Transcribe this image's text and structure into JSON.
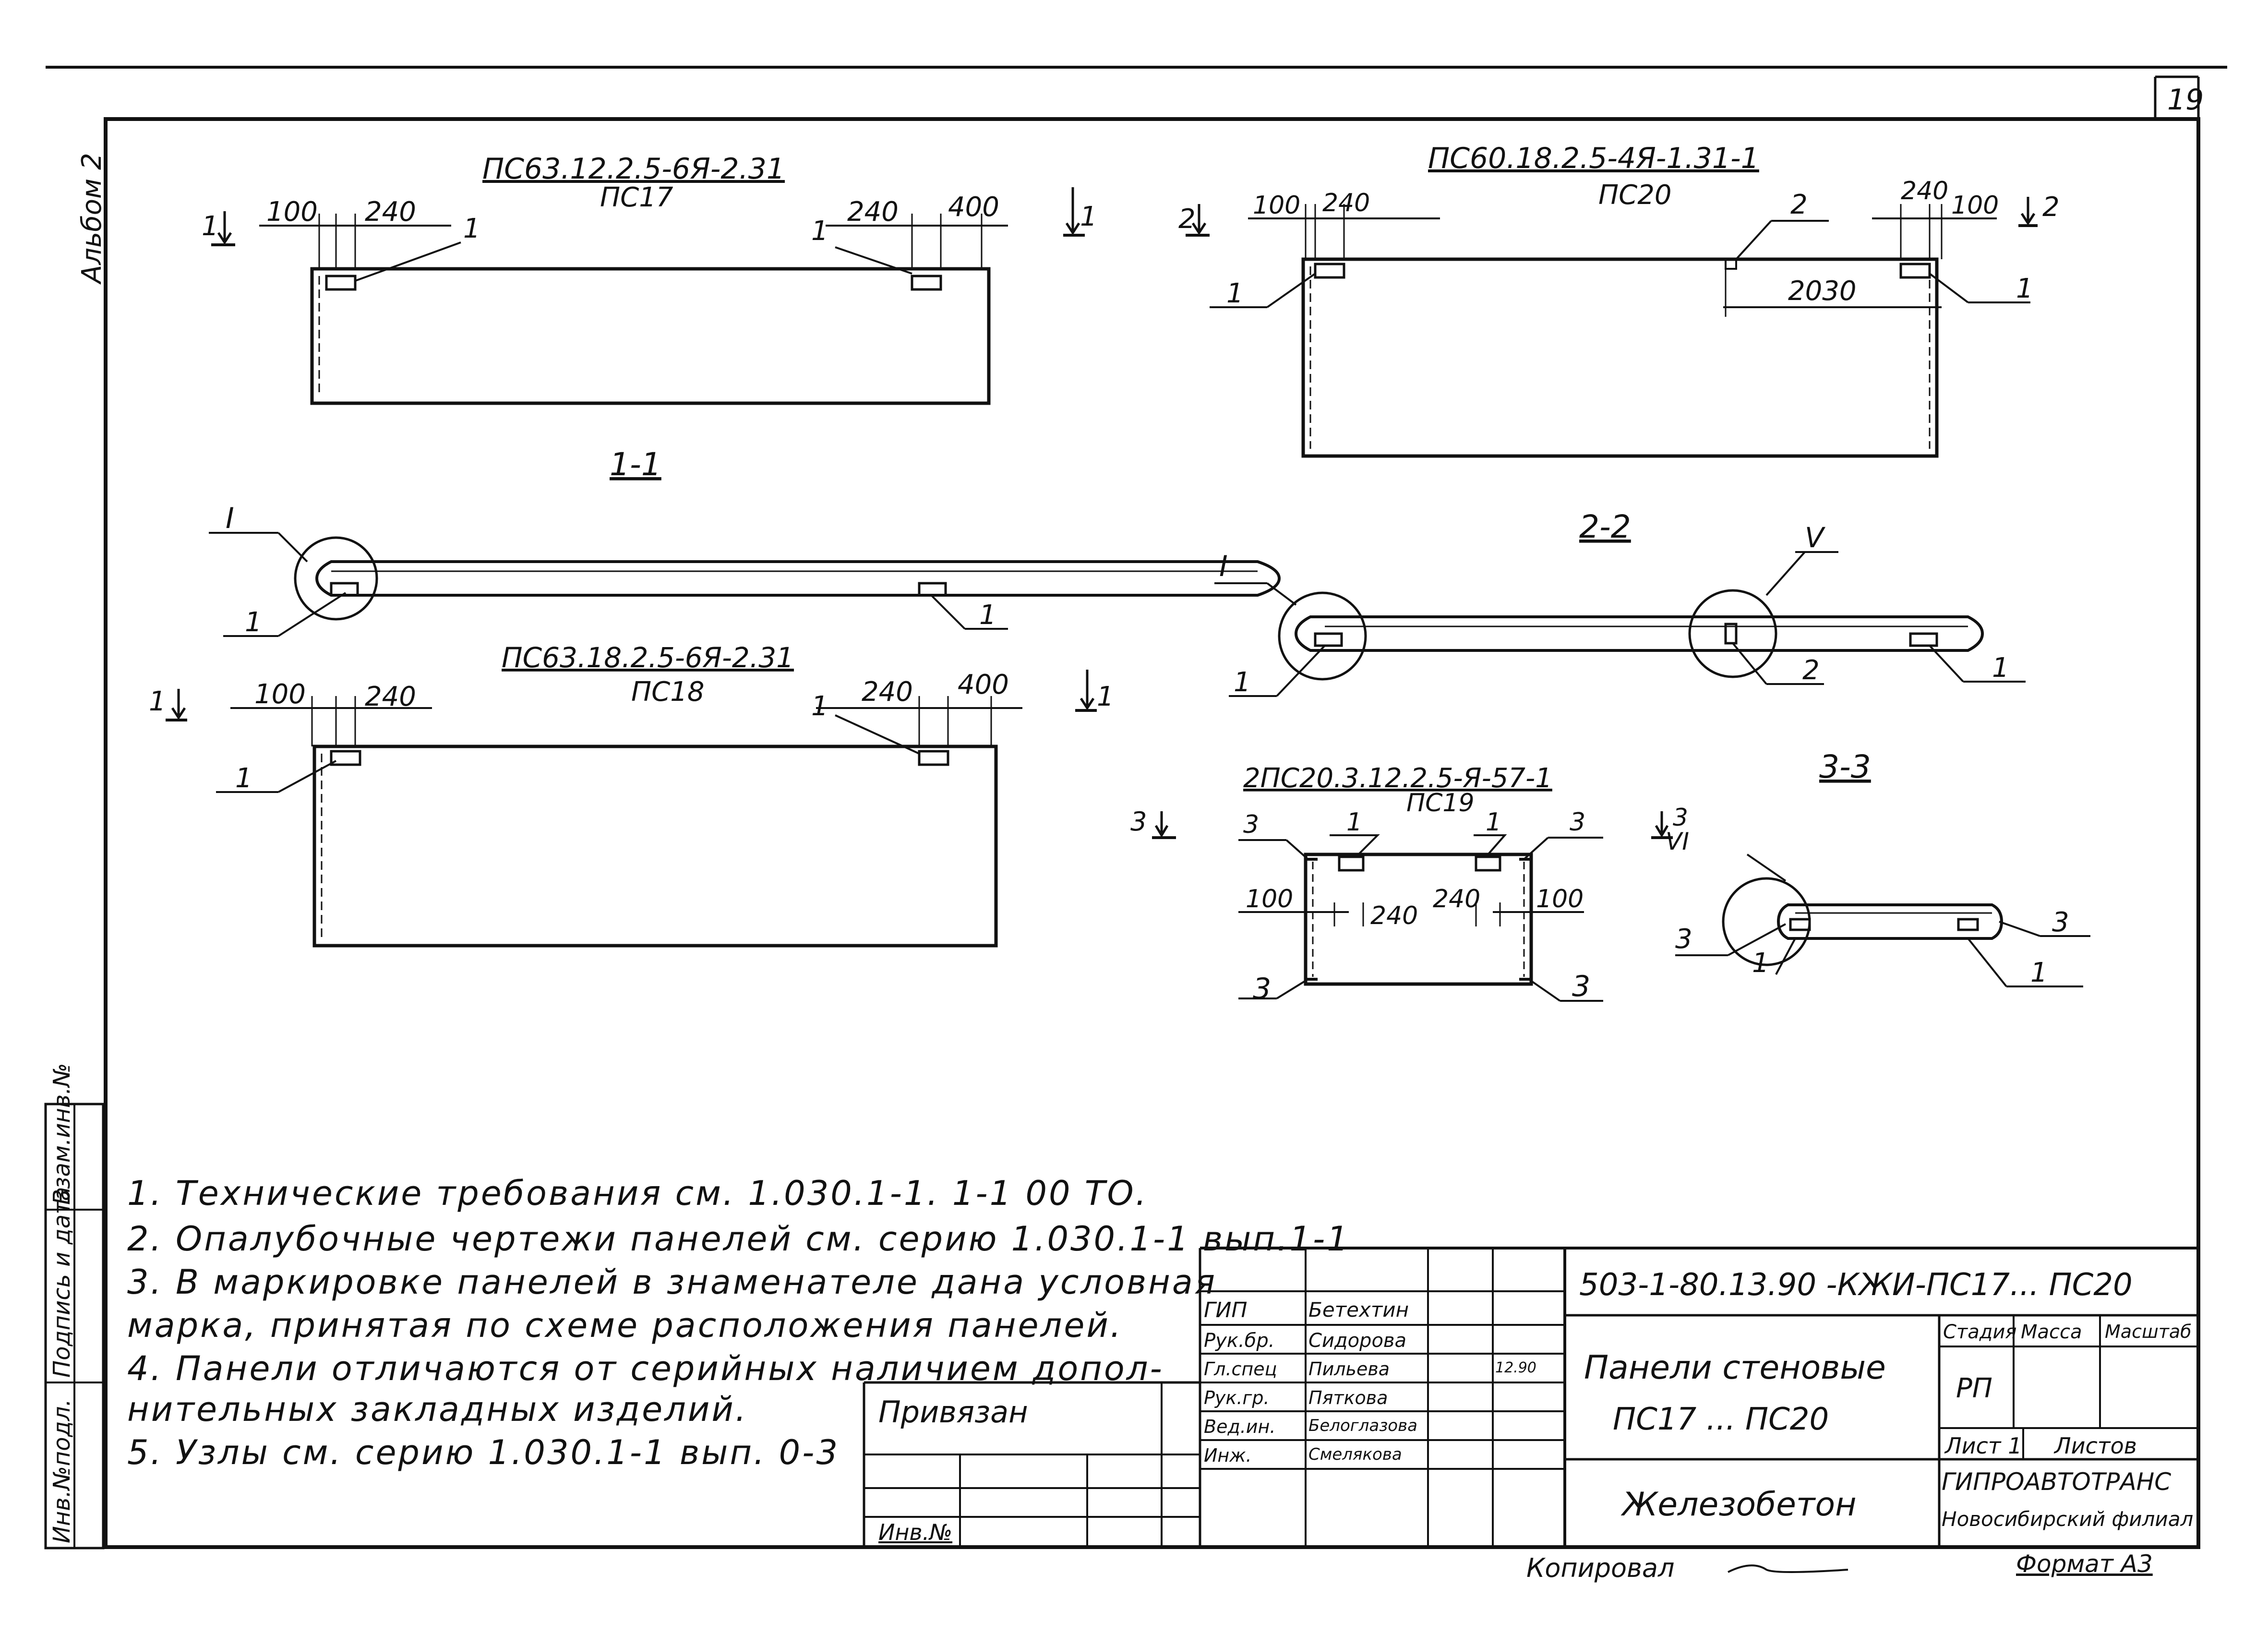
{
  "sheet": {
    "page_number": "19",
    "album_label": "Альбом 2",
    "copied_label": "Копировал",
    "format_label": "Формат А3"
  },
  "side_stamp": [
    "Инв.№подл.",
    "Подпись и дата",
    "Взам.инв.№"
  ],
  "panels": {
    "ps17": {
      "mark": "ПС63.12.2.5-6Я-2.31",
      "sub": "ПС17",
      "dims": [
        "100",
        "240",
        "240",
        "400"
      ],
      "callouts": [
        "1",
        "1"
      ],
      "section_tags": [
        "1",
        "1"
      ]
    },
    "ps18": {
      "mark": "ПС63.18.2.5-6Я-2.31",
      "sub": "ПС18",
      "dims": [
        "100",
        "240",
        "240",
        "400"
      ],
      "callouts": [
        "1",
        "1"
      ],
      "section_tags": [
        "1",
        "1"
      ]
    },
    "ps20": {
      "mark": "ПС60.18.2.5-4Я-1.31-1",
      "sub": "ПС20",
      "dims": [
        "100",
        "240",
        "240",
        "100",
        "2030"
      ],
      "callouts": [
        "1",
        "2",
        "1"
      ],
      "section_tags": [
        "2",
        "2"
      ]
    },
    "ps19": {
      "mark": "2ПС20.3.12.2.5-Я-57-1",
      "sub": "ПС19",
      "dims": [
        "100",
        "240",
        "240",
        "100"
      ],
      "callouts": [
        "3",
        "1",
        "1",
        "3",
        "3",
        "3"
      ],
      "section_tags": [
        "3",
        "3"
      ]
    }
  },
  "sections": {
    "s11": {
      "title": "1-1",
      "node": "I",
      "callouts": [
        "1",
        "1"
      ]
    },
    "s22": {
      "title": "2-2",
      "nodes": [
        "I",
        "V"
      ],
      "callouts": [
        "1",
        "2",
        "1"
      ]
    },
    "s33": {
      "title": "3-3",
      "node": "VI",
      "callouts": [
        "3",
        "1",
        "3",
        "1"
      ]
    }
  },
  "notes": [
    "1. Технические требования см. 1.030.1-1. 1-1 00 ТО.",
    "2. Опалубочные чертежи панелей см. серию 1.030.1-1 вып.1-1",
    "3. В маркировке панелей в знаменателе дана условная",
    "   марка, принятая по схеме расположения панелей.",
    "4. Панели отличаются от серийных наличием допол-",
    "   нительных закладных изделий.",
    "5. Узлы см. серию 1.030.1-1 вып. 0-3"
  ],
  "title_block": {
    "doc_code": "503-1-80.13.90 -КЖИ-ПС17... ПС20",
    "title_line1": "Панели стеновые",
    "title_line2": "ПС17 ... ПС20",
    "material": "Железобетон",
    "stage_header": "Стадия",
    "mass_header": "Масса",
    "scale_header": "Масштаб",
    "stage_value": "РП",
    "sheet_label": "Лист 1",
    "sheets_label": "Листов",
    "org_line1": "ГИПРОАВТОТРАНС",
    "org_line2": "Новосибирский филиал",
    "linked_label": "Привязан",
    "inv_label": "Инв.№",
    "roles": [
      "ГИП",
      "Рук.бр.",
      "Гл.спец",
      "Рук.гр.",
      "Вед.ин.",
      "Инж."
    ],
    "names": [
      "Бетехтин",
      "Сидорова",
      "Пильева",
      "Пяткова",
      "Белоглазова",
      "Смелякова"
    ],
    "date_note": "12.90"
  }
}
